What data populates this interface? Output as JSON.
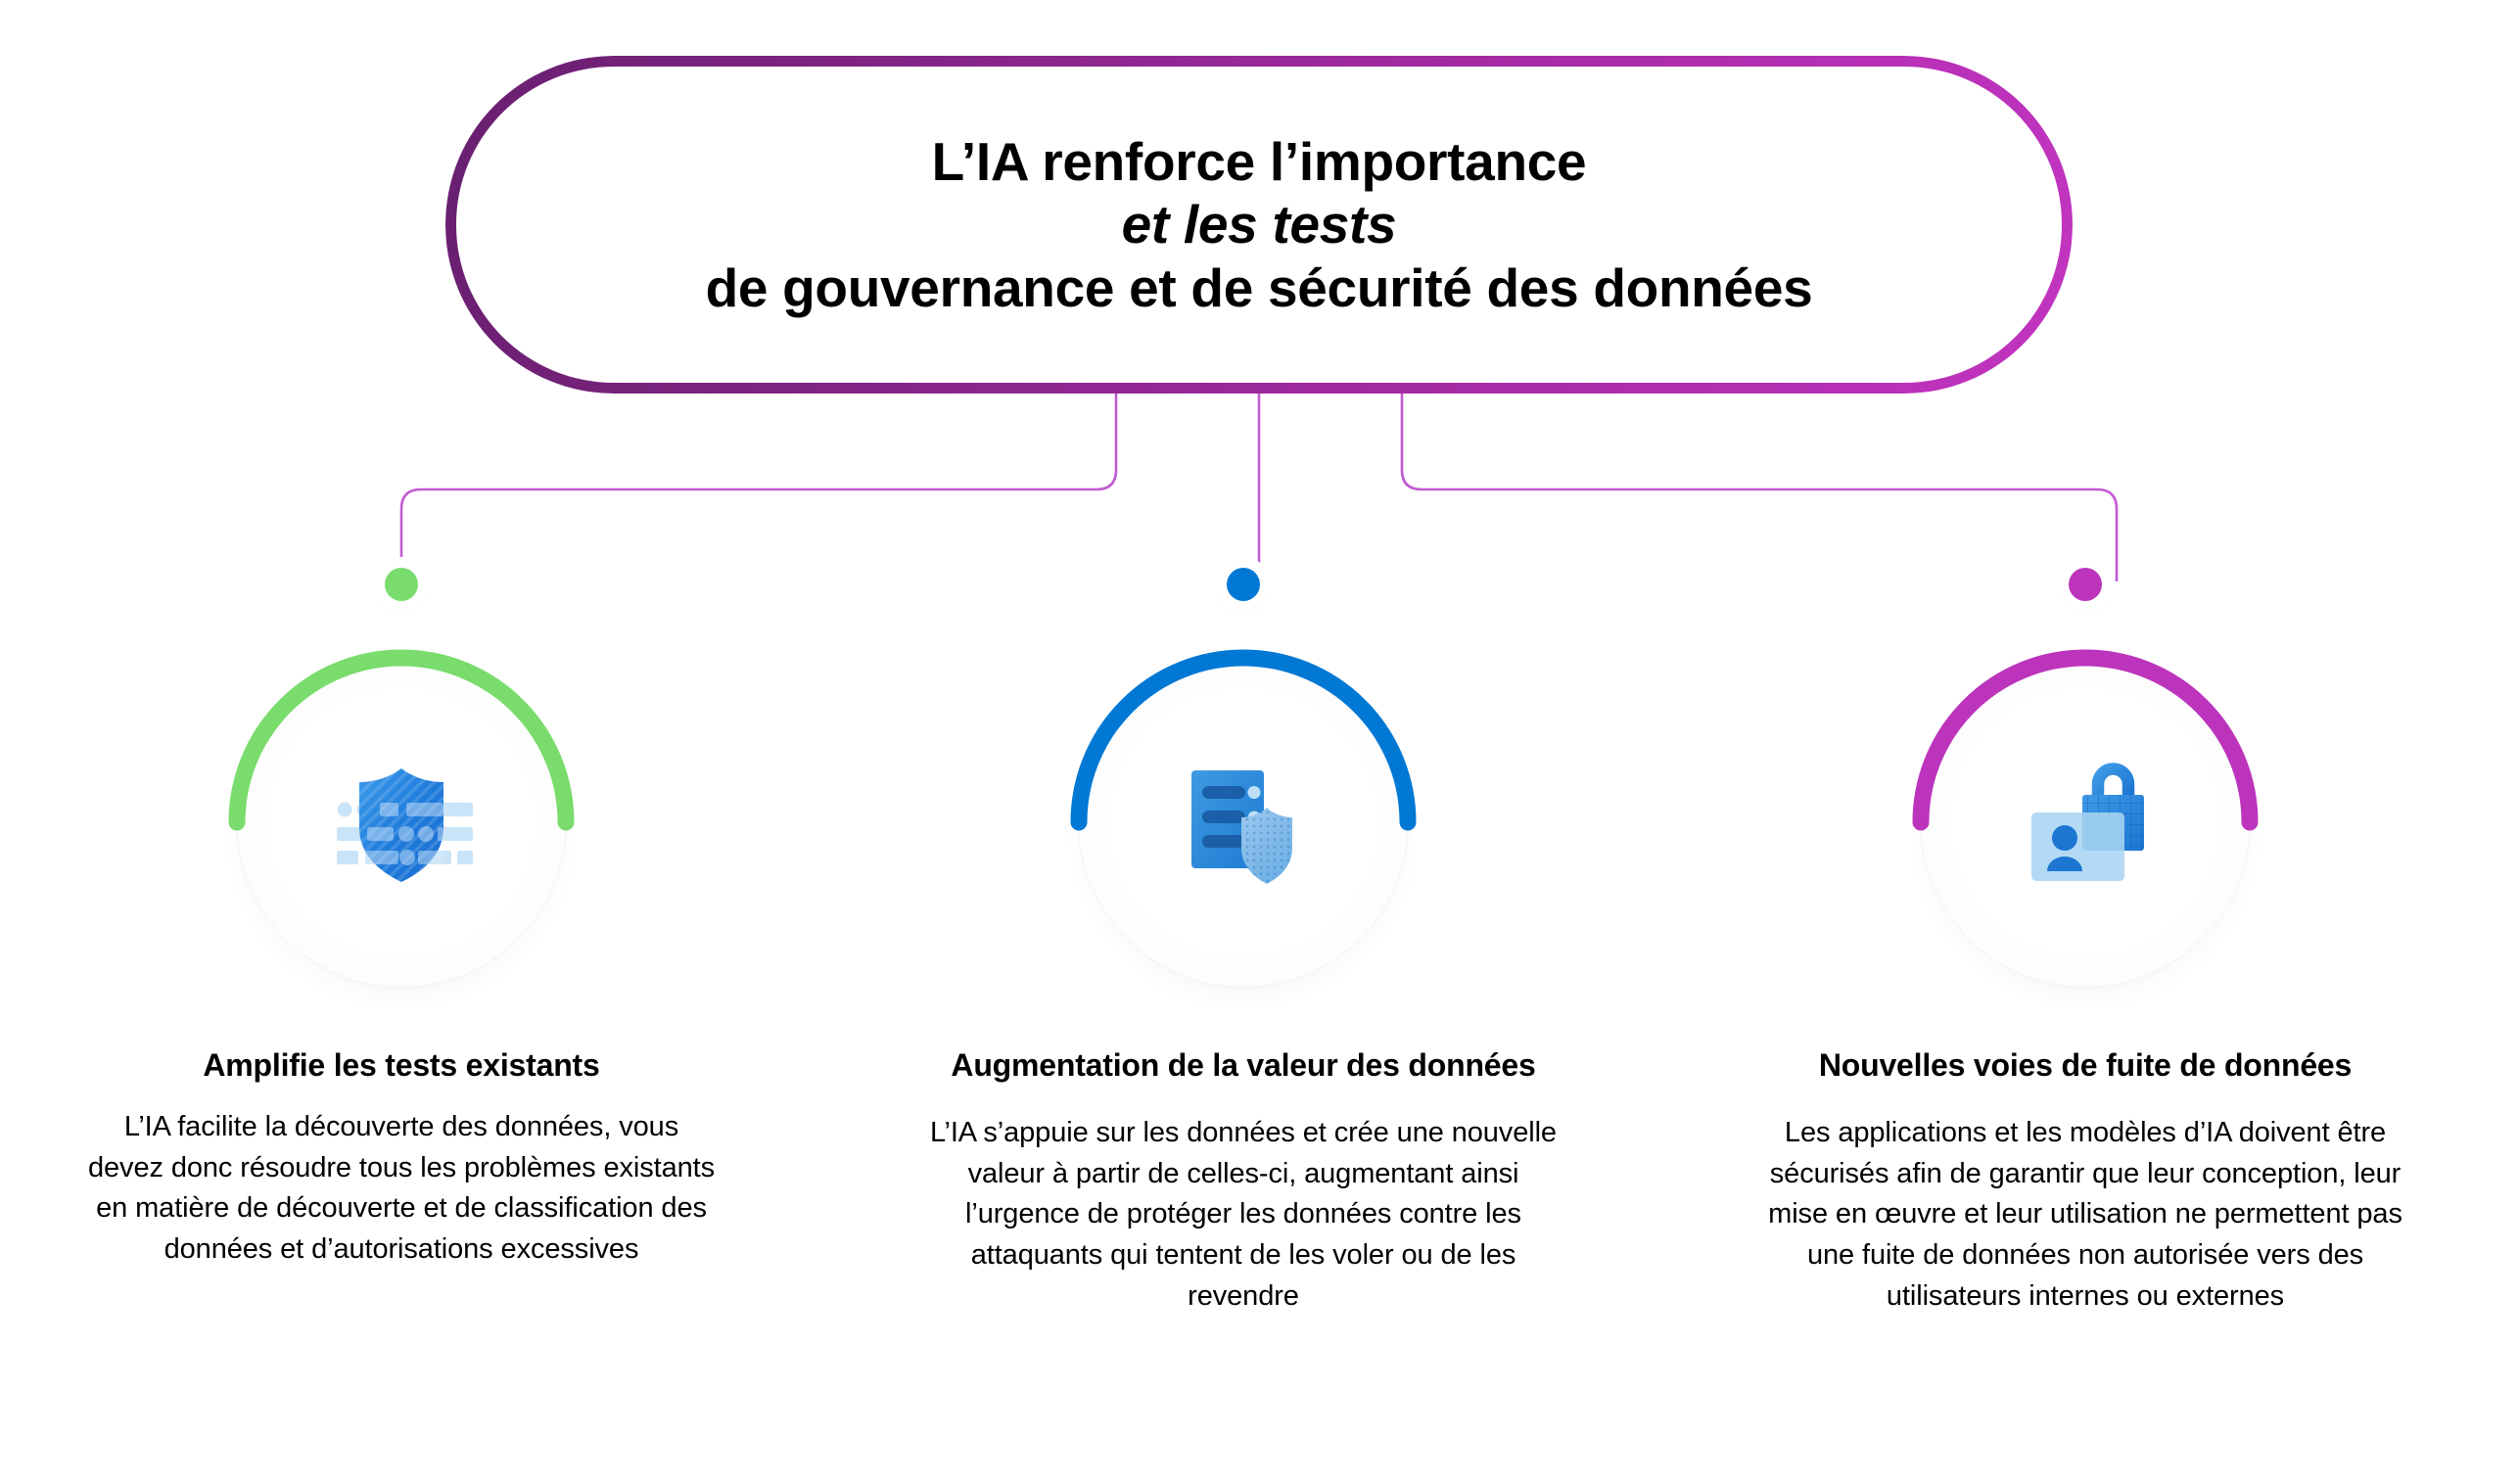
{
  "title": {
    "line1": "L’IA renforce l’importance",
    "line2": "et les tests",
    "line3": "de gouvernance et de sécurité des données",
    "border_gradient_start": "#682070",
    "border_gradient_end": "#C234C0"
  },
  "connector_color": "#C25BD4",
  "columns": [
    {
      "id": "amplifie-les-tests-existants",
      "dot_color": "#79DC6C",
      "arc_color": "#79DC6C",
      "icon": "shield-data-classification-icon",
      "title": "Amplifie les tests existants",
      "body": "L’IA facilite la découverte des données, vous devez donc résoudre tous les problèmes existants en matière de découverte et de classification des données et d’autorisations excessives"
    },
    {
      "id": "augmentation-de-la-valeur-des-donnees",
      "dot_color": "#0078D4",
      "arc_color": "#0078D4",
      "icon": "server-shield-icon",
      "title": "Augmentation de la valeur des données",
      "body": "L’IA s’appuie sur les données et crée une nouvelle valeur à partir de celles-ci, augmentant ainsi l’urgence de protéger les données contre les attaquants qui tentent de les voler ou de les revendre"
    },
    {
      "id": "nouvelles-voies-de-fuite-de-donnees",
      "dot_color": "#BC34BC",
      "arc_color": "#BC34BC",
      "icon": "id-card-lock-icon",
      "title": "Nouvelles voies de fuite de données",
      "body": "Les applications et les modèles d’IA doivent être sécurisés afin de garantir que leur conception, leur mise en œuvre et leur utilisation ne permettent pas une fuite de données non autorisée vers des utilisateurs internes ou externes"
    }
  ]
}
